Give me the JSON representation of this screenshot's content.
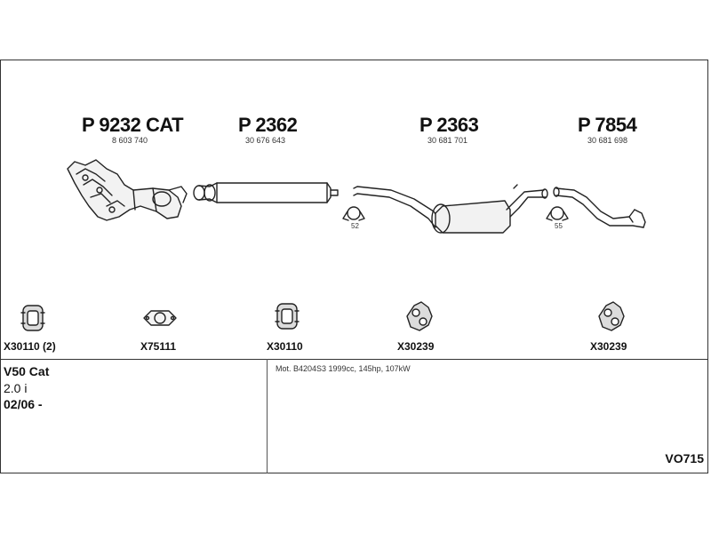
{
  "parts": [
    {
      "code": "P 9232 CAT",
      "number": "8 603 740"
    },
    {
      "code": "P 2362",
      "number": "30 676 643"
    },
    {
      "code": "P 2363",
      "number": "30 681 701"
    },
    {
      "code": "P 7854",
      "number": "30 681 698"
    }
  ],
  "inline_labels": [
    "52",
    "55"
  ],
  "accessories": [
    "X30110 (2)",
    "X75111",
    "X30110",
    "X30239",
    "X30239"
  ],
  "vehicle": {
    "model": "V50 Cat",
    "engine_size": "2.0 i",
    "date": "02/06 -",
    "engine_desc": "Mot. B4204S3 1999cc, 145hp, 107kW"
  },
  "reference": "VO715"
}
